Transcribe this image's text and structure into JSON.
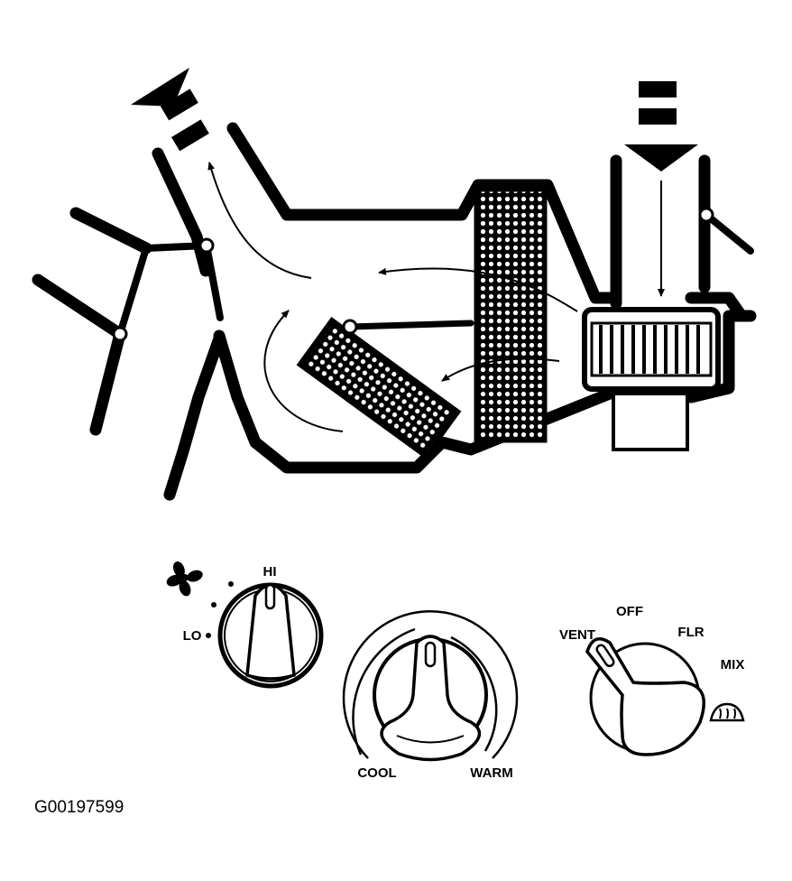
{
  "figure_id": "G00197599",
  "fan_control": {
    "icon": "fan-icon",
    "labels": {
      "high": "HI",
      "low": "LO"
    }
  },
  "temp_control": {
    "labels": {
      "cool": "COOL",
      "warm": "WARM"
    }
  },
  "mode_control": {
    "icon": "defrost-icon",
    "labels": {
      "vent": "VENT",
      "off": "OFF",
      "floor": "FLR",
      "mix": "MIX"
    }
  }
}
